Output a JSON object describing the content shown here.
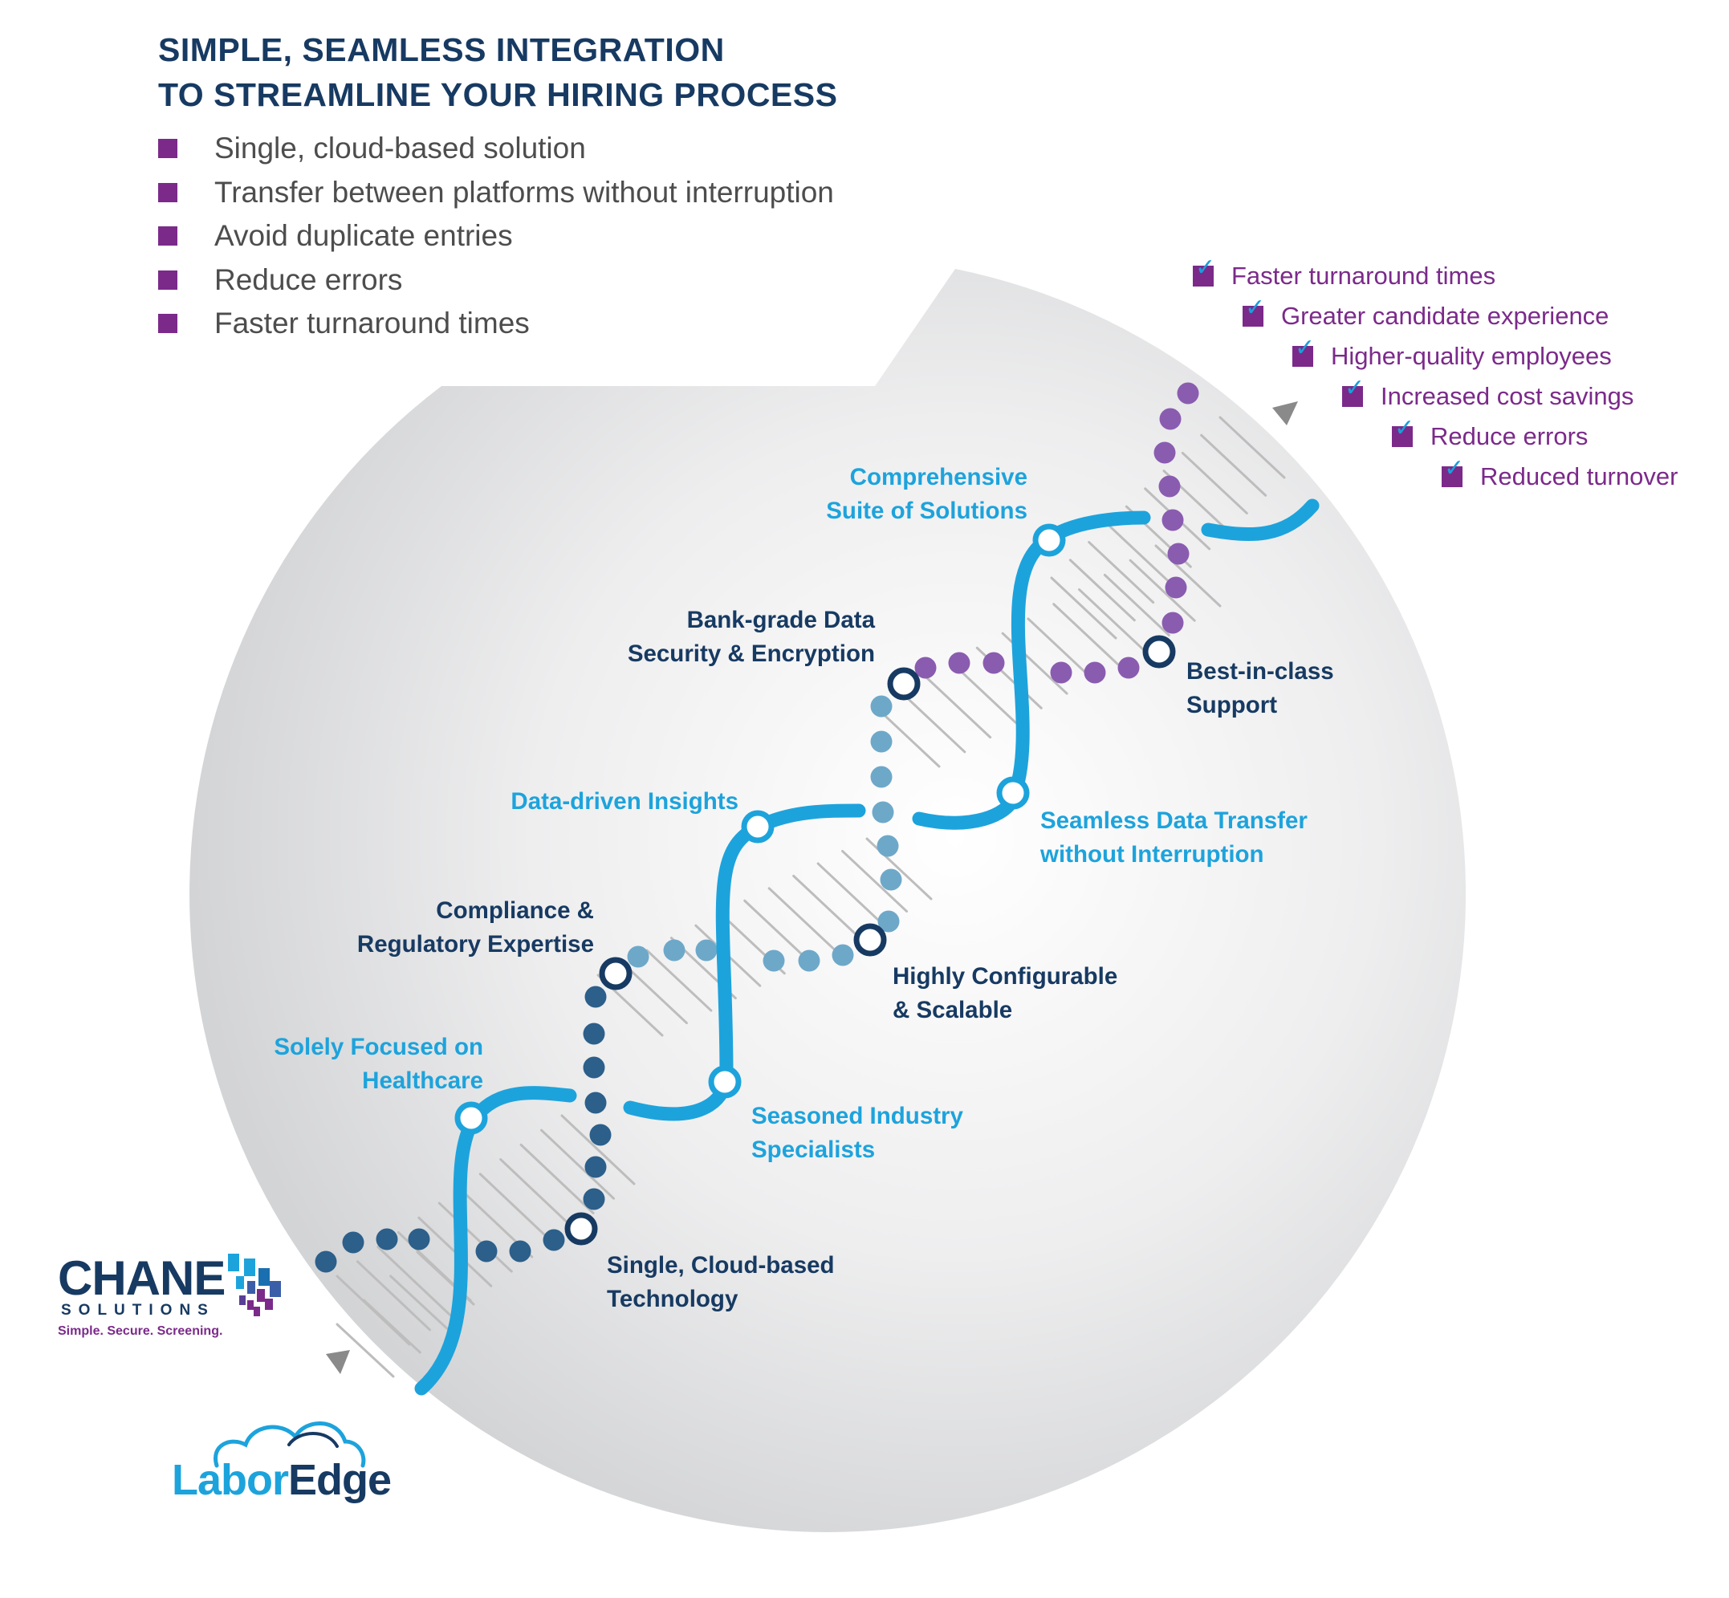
{
  "title": {
    "line1": "SIMPLE, SEAMLESS INTEGRATION",
    "line2": "TO STREAMLINE YOUR HIRING PROCESS"
  },
  "bullets": [
    "Single, cloud-based solution",
    "Transfer between platforms without interruption",
    "Avoid duplicate entries",
    "Reduce errors",
    "Faster turnaround times"
  ],
  "benefits": [
    "Faster turnaround times",
    "Greater candidate experience",
    "Higher-quality employees",
    "Increased cost savings",
    "Reduce errors",
    "Reduced turnover"
  ],
  "labels": {
    "comprehensive_suite": "Comprehensive\nSuite of Solutions",
    "bank_grade": "Bank-grade Data\nSecurity & Encryption",
    "best_in_class": "Best-in-class\nSupport",
    "data_driven": "Data-driven Insights",
    "seamless_transfer": "Seamless Data Transfer\nwithout Interruption",
    "compliance": "Compliance &\nRegulatory Expertise",
    "highly_configurable": "Highly Configurable\n& Scalable",
    "solely_focused": "Solely Focused on\nHealthcare",
    "seasoned_specialists": "Seasoned Industry\nSpecialists",
    "single_cloud": "Single, Cloud-based\nTechnology"
  },
  "logos": {
    "chane": {
      "name": "CHANE",
      "sub": "SOLUTIONS",
      "tagline": "Simple. Secure. Screening."
    },
    "laboredge": {
      "part1": "Labor",
      "part2": "Edge"
    }
  },
  "colors": {
    "navy": "#173a62",
    "light_blue": "#1da3dc",
    "purple": "#7b2a8a",
    "gray_text": "#4d4d4d"
  }
}
